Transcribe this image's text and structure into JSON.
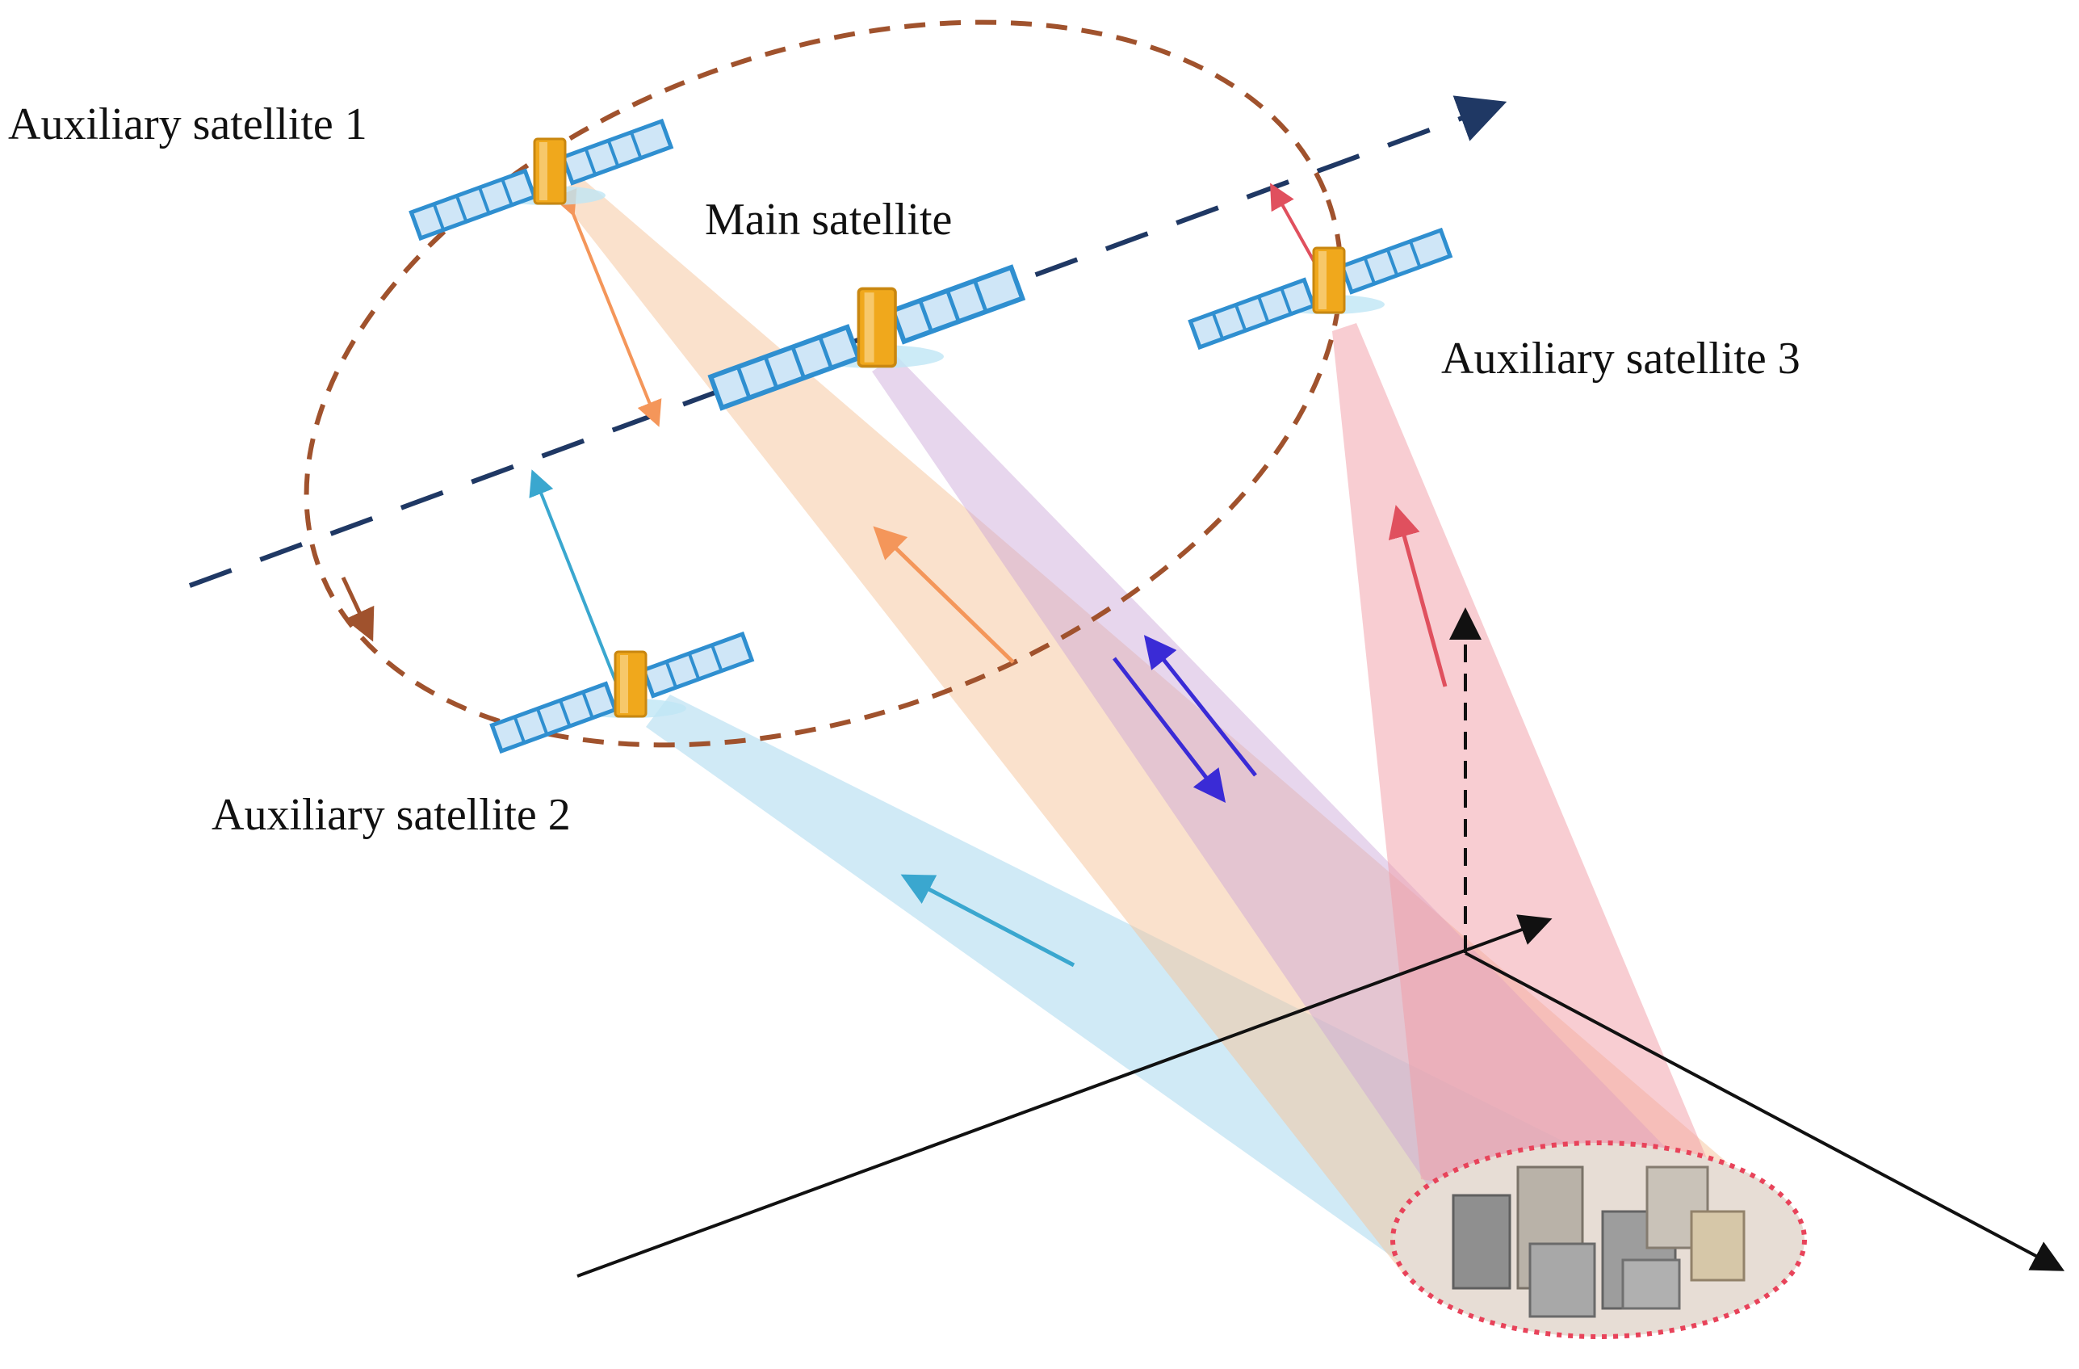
{
  "labels": {
    "aux1": "Auxiliary satellite 1",
    "main": "Main satellite",
    "aux3": "Auxiliary satellite 3",
    "aux2": "Auxiliary satellite 2"
  },
  "colors": {
    "orbit": "#a0522d",
    "track": "#1f3864",
    "beam_aux1": "#f6c49a",
    "beam_main": "#c9a3d8",
    "beam_aux3": "#f29ca6",
    "beam_aux2": "#a9d9ee",
    "arrow_aux1": "#f4965a",
    "arrow_main": "#3a2bd6",
    "arrow_aux3": "#e0505e",
    "arrow_aux2": "#3aa7cf",
    "target_border": "#e8435a",
    "panel": "#2f8fd0",
    "body": "#f0a81c"
  },
  "icons": [
    "satellite-icon",
    "buildings-icon"
  ]
}
